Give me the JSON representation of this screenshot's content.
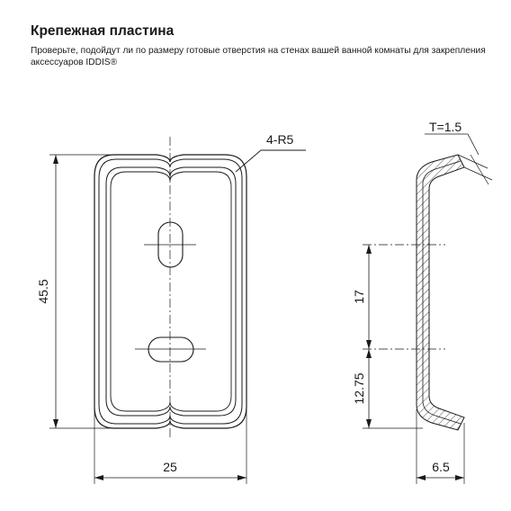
{
  "header": {
    "title": "Крепежная пластина",
    "description": "Проверьте, подойдут ли по размеру готовые отверстия на стенах вашей ванной комнаты для закрепления аксессуаров IDDIS®"
  },
  "drawing": {
    "front": {
      "height_label": "45.5",
      "width_label": "25",
      "radius_label": "4-R5"
    },
    "side": {
      "thickness_label": "T=1.5",
      "spacing_upper_label": "17",
      "spacing_lower_label": "12.75",
      "depth_label": "6.5"
    },
    "colors": {
      "line": "#1a1a1a",
      "background": "#ffffff"
    }
  }
}
